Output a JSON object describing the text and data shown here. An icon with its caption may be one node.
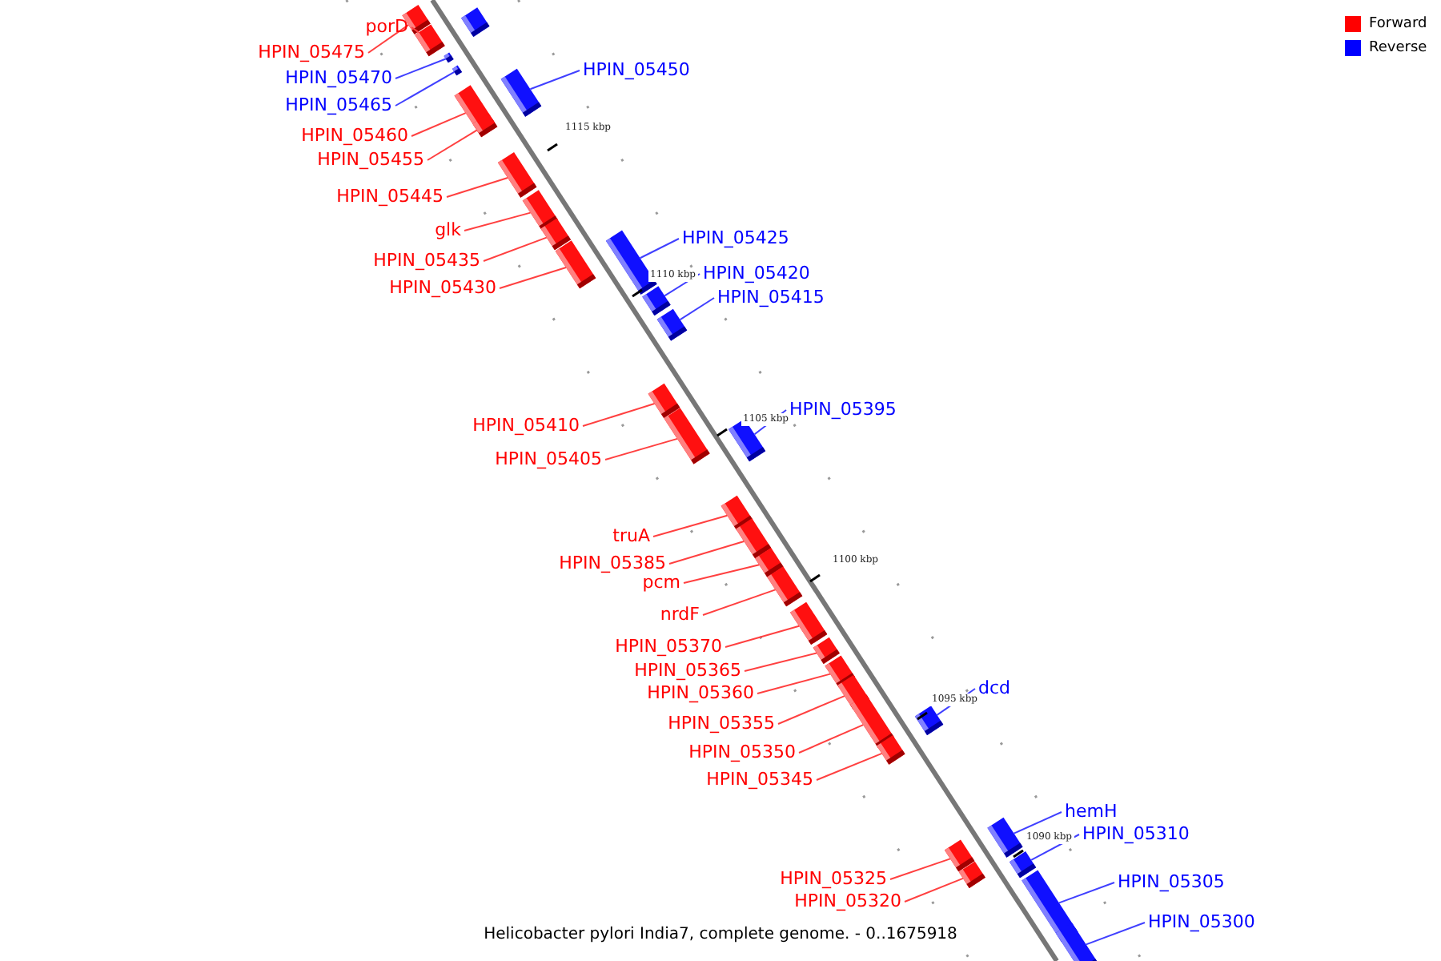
{
  "diagram": {
    "caption": "Helicobacter pylori India7, complete genome. - 0..1675918",
    "nodes": [
      {
        "text": [
          "porD"
        ]
      },
      {
        "text": [
          "HPIN_05475"
        ]
      },
      {
        "text": [
          "HPIN_05450"
        ]
      },
      {
        "text": [
          "HPIN_05470"
        ]
      },
      {
        "text": [
          "HPIN_05465"
        ]
      },
      {
        "text": [
          "HPIN_05460"
        ]
      },
      {
        "text": [
          "HPIN_05455"
        ]
      },
      {
        "text": [
          "HPIN_05445"
        ]
      },
      {
        "text": [
          "glk"
        ]
      },
      {
        "text": [
          "HPIN_05425"
        ]
      },
      {
        "text": [
          "HPIN_05435"
        ]
      },
      {
        "text": [
          "HPIN_05420"
        ]
      },
      {
        "text": [
          "HPIN_05430"
        ]
      },
      {
        "text": [
          "HPIN_05415"
        ]
      },
      {
        "text": [
          "HPIN_05395"
        ]
      },
      {
        "text": [
          "HPIN_05410"
        ]
      },
      {
        "text": [
          "HPIN_05405"
        ]
      },
      {
        "text": [
          "truA"
        ]
      },
      {
        "text": [
          "HPIN_05385"
        ]
      },
      {
        "text": [
          "pcm"
        ]
      },
      {
        "text": [
          "nrdF"
        ]
      },
      {
        "text": [
          "HPIN_05370"
        ]
      },
      {
        "text": [
          "HPIN_05365"
        ]
      },
      {
        "text": [
          "dcd"
        ]
      },
      {
        "text": [
          "HPIN_05360"
        ]
      },
      {
        "text": [
          "HPIN_05355"
        ]
      },
      {
        "text": [
          "HPIN_05350"
        ]
      },
      {
        "text": [
          "HPIN_05345"
        ]
      },
      {
        "text": [
          "hemH"
        ]
      },
      {
        "text": [
          "HPIN_05310"
        ]
      },
      {
        "text": [
          "HPIN_05325"
        ]
      },
      {
        "text": [
          "HPIN_05305"
        ]
      },
      {
        "text": [
          "HPIN_05320"
        ]
      },
      {
        "text": [
          "HPIN_05300"
        ]
      },
      {
        "text": [],
        "shape": "bar"
      },
      {
        "text": [],
        "shape": "bar"
      },
      {
        "text": [],
        "shape": "bar"
      },
      {
        "text": [],
        "shape": "bar"
      },
      {
        "text": [],
        "shape": "bar"
      },
      {
        "text": [],
        "shape": "bar"
      },
      {
        "text": [],
        "shape": "bar"
      },
      {
        "text": [],
        "shape": "bar"
      },
      {
        "text": [],
        "shape": "bar"
      },
      {
        "text": [],
        "shape": "bar"
      },
      {
        "text": [],
        "shape": "bar"
      },
      {
        "text": [],
        "shape": "bar"
      },
      {
        "text": [],
        "shape": "bar"
      },
      {
        "text": [],
        "shape": "bar"
      },
      {
        "text": [],
        "shape": "bar"
      },
      {
        "text": [],
        "shape": "bar"
      },
      {
        "text": [],
        "shape": "bar"
      },
      {
        "text": [],
        "shape": "bar"
      },
      {
        "text": [],
        "shape": "bar"
      },
      {
        "text": [],
        "shape": "bar"
      },
      {
        "text": [],
        "shape": "bar"
      },
      {
        "text": [],
        "shape": "bar"
      },
      {
        "text": [],
        "shape": "bar"
      },
      {
        "text": [],
        "shape": "bar"
      },
      {
        "text": [],
        "shape": "bar"
      },
      {
        "text": [],
        "shape": "bar"
      },
      {
        "text": [],
        "shape": "bar"
      },
      {
        "text": [],
        "shape": "bar"
      },
      {
        "text": [],
        "shape": "bar"
      },
      {
        "text": [],
        "shape": "bar"
      },
      {
        "text": [],
        "shape": "bar"
      },
      {
        "text": [],
        "shape": "bar"
      },
      {
        "text": [],
        "shape": "bar"
      },
      {
        "text": [],
        "shape": "bar"
      },
      {
        "text": [],
        "shape": "bar"
      }
    ],
    "edges": [
      {
        "from": 0,
        "to": 35,
        "arrow": "none"
      },
      {
        "from": 1,
        "to": 36,
        "arrow": "none"
      },
      {
        "from": 2,
        "to": 37,
        "arrow": "none",
        "color": "#4040ff"
      },
      {
        "from": 3,
        "to": 38,
        "arrow": "none",
        "color": "#4040ff"
      },
      {
        "from": 4,
        "to": 39,
        "arrow": "none",
        "color": "#4040ff"
      },
      {
        "from": 5,
        "to": 40,
        "arrow": "none"
      },
      {
        "from": 6,
        "to": 41,
        "arrow": "none"
      },
      {
        "from": 7,
        "to": 42,
        "arrow": "none"
      },
      {
        "from": 8,
        "to": 43,
        "arrow": "none"
      },
      {
        "from": 9,
        "to": 44,
        "arrow": "none",
        "color": "#4040ff"
      },
      {
        "from": 10,
        "to": 45,
        "arrow": "none"
      },
      {
        "from": 11,
        "to": 46,
        "arrow": "none",
        "color": "#4040ff"
      },
      {
        "from": 12,
        "to": 47,
        "arrow": "none"
      },
      {
        "from": 13,
        "to": 48,
        "arrow": "none",
        "color": "#4040ff"
      },
      {
        "from": 14,
        "to": 49,
        "arrow": "none",
        "color": "#4040ff"
      },
      {
        "from": 15,
        "to": 50,
        "arrow": "none"
      },
      {
        "from": 16,
        "to": 51,
        "arrow": "none"
      },
      {
        "from": 17,
        "to": 52,
        "arrow": "none"
      },
      {
        "from": 18,
        "to": 53,
        "arrow": "none"
      },
      {
        "from": 19,
        "to": 54,
        "arrow": "none"
      },
      {
        "from": 20,
        "to": 55,
        "arrow": "none"
      },
      {
        "from": 21,
        "to": 56,
        "arrow": "none"
      },
      {
        "from": 22,
        "to": 57,
        "arrow": "none"
      },
      {
        "from": 23,
        "to": 58,
        "arrow": "none",
        "color": "#4040ff"
      },
      {
        "from": 24,
        "to": 59,
        "arrow": "none"
      },
      {
        "from": 25,
        "to": 60,
        "arrow": "none"
      },
      {
        "from": 26,
        "to": 61,
        "arrow": "none"
      },
      {
        "from": 27,
        "to": 62,
        "arrow": "none"
      },
      {
        "from": 28,
        "to": 63,
        "arrow": "none",
        "color": "#4040ff"
      },
      {
        "from": 29,
        "to": 64,
        "arrow": "none",
        "color": "#4040ff"
      },
      {
        "from": 30,
        "to": 65,
        "arrow": "none"
      },
      {
        "from": 31,
        "to": 66,
        "arrow": "none",
        "color": "#4040ff"
      },
      {
        "from": 32,
        "to": 67,
        "arrow": "none"
      },
      {
        "from": 33,
        "to": 68,
        "arrow": "none",
        "color": "#4040ff"
      }
    ],
    "labels": [
      "1115 kbp",
      "1110 kbp",
      "1105 kbp",
      "1100 kbp",
      "1095 kbp",
      "1090 kbp"
    ],
    "legend": [
      {
        "text": "Forward",
        "color": "#ff0000"
      },
      {
        "text": "Reverse",
        "color": "#0000ff"
      }
    ]
  }
}
